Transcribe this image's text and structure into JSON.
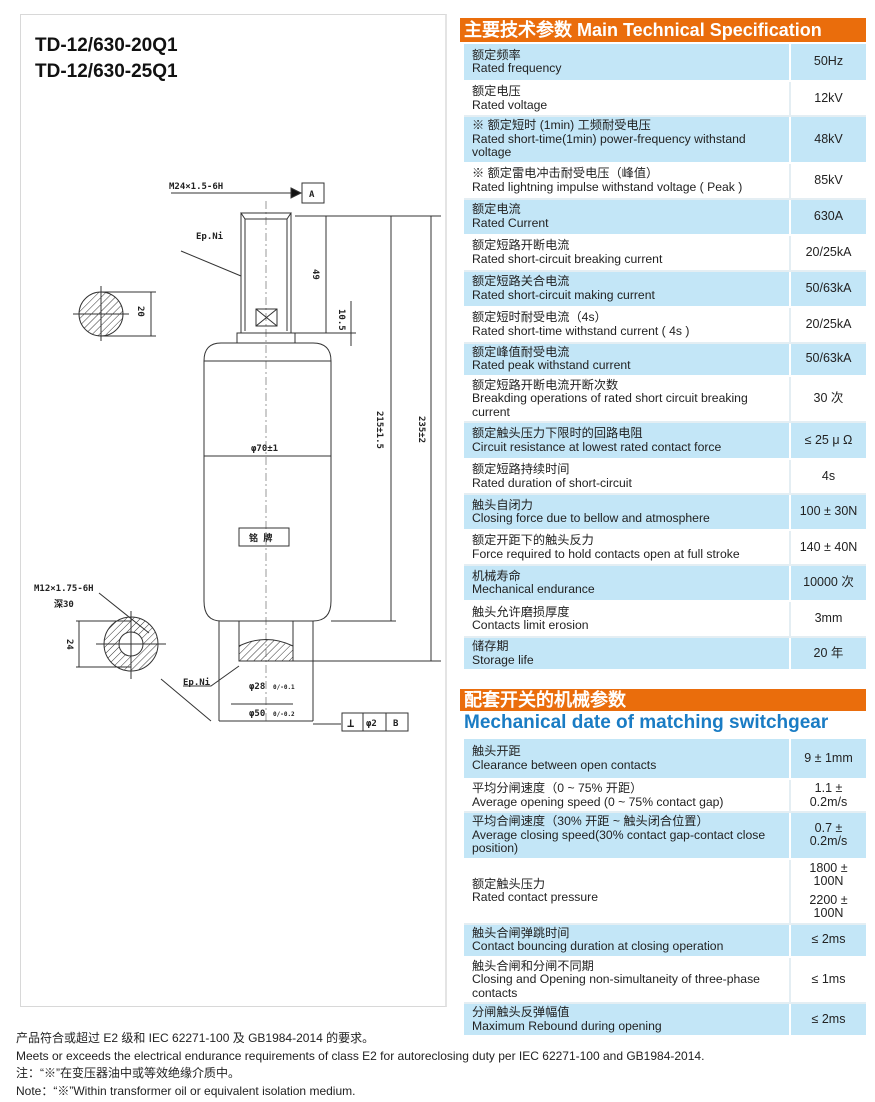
{
  "models": [
    "TD-12/630-20Q1",
    "TD-12/630-25Q1"
  ],
  "drawing": {
    "thread_top": "M24×1.5-6H",
    "datum_a": "A",
    "plating_top": "Ep.Ni",
    "dim_49": "49",
    "dim_10_5": "10.5",
    "dim_20": "20",
    "dim_215": "215±1.5",
    "dim_235": "235±2",
    "dia_70": "φ70±1",
    "nameplate": "铭 牌",
    "thread_bottom": "M12×1.75-6H",
    "depth": "深30",
    "dim_24": "24",
    "plating_bottom": "Ep.Ni",
    "dia_28": "φ28",
    "dia_28_tol": "0/-0.1",
    "dia_50": "φ50",
    "dia_50_tol": "0/-0.2",
    "perp_symbol": "⊥",
    "perp_tol": "φ2",
    "datum_b": "B"
  },
  "spec": {
    "title": "主要技术参数 Main Technical Specification",
    "rows": [
      {
        "cn": "额定频率",
        "en": "Rated frequency",
        "value": "50Hz"
      },
      {
        "cn": "额定电压",
        "en": "Rated voltage",
        "value": "12kV"
      },
      {
        "cn": "※ 额定短时 (1min) 工频耐受电压",
        "en": "Rated short-time(1min) power-frequency withstand voltage",
        "value": "48kV"
      },
      {
        "cn": "※ 额定雷电冲击耐受电压（峰值）",
        "en": "Rated lightning impulse withstand voltage ( Peak )",
        "value": "85kV"
      },
      {
        "cn": "额定电流",
        "en": "Rated Current",
        "value": "630A"
      },
      {
        "cn": "额定短路开断电流",
        "en": "Rated short-circuit breaking current",
        "value": "20/25kA"
      },
      {
        "cn": "额定短路关合电流",
        "en": "Rated short-circuit making current",
        "value": "50/63kA"
      },
      {
        "cn": "额定短时耐受电流（4s）",
        "en": "Rated short-time withstand current ( 4s )",
        "value": "20/25kA"
      },
      {
        "cn": "额定峰值耐受电流",
        "en": "Rated peak withstand current",
        "value": "50/63kA"
      },
      {
        "cn": "额定短路开断电流开断次数",
        "en": "Breakding operations of rated short circuit breaking current",
        "value": "30 次"
      },
      {
        "cn": "额定触头压力下限时的回路电阻",
        "en": "Circuit resistance at lowest rated contact force",
        "value": "≤ 25 μ Ω"
      },
      {
        "cn": "额定短路持续时间",
        "en": "Rated duration of short-circuit",
        "value": "4s"
      },
      {
        "cn": "触头自闭力",
        "en": "Closing force due to bellow and atmosphere",
        "value": "100 ± 30N"
      },
      {
        "cn": "额定开距下的触头反力",
        "en": "Force required to hold contacts open at full stroke",
        "value": "140 ± 40N"
      },
      {
        "cn": "机械寿命",
        "en": "Mechanical endurance",
        "value": "10000 次"
      },
      {
        "cn": "触头允许磨损厚度",
        "en": "Contacts limit erosion",
        "value": "3mm"
      },
      {
        "cn": "储存期",
        "en": "Storage life",
        "value": "20 年"
      }
    ]
  },
  "mech": {
    "title_cn": "配套开关的机械参数",
    "title_en": "Mechanical date of matching switchgear",
    "rows": [
      {
        "cn": "触头开距",
        "en": "Clearance between open contacts",
        "value": "9 ± 1mm"
      },
      {
        "cn": "平均分闸速度（0 ~ 75% 开距）",
        "en": "Average opening speed (0 ~ 75% contact gap)",
        "value": "1.1 ± 0.2m/s"
      },
      {
        "cn": "平均合闸速度（30% 开距 ~ 触头闭合位置）",
        "en": "Average closing speed(30% contact gap-contact close position)",
        "value": "0.7 ± 0.2m/s"
      },
      {
        "cn": "额定触头压力",
        "en": "Rated contact pressure",
        "value": "1800 ± 100N",
        "value2": "2200 ± 100N"
      },
      {
        "cn": "触头合闸弹跳时间",
        "en": "Contact bouncing duration at closing operation",
        "value": "≤ 2ms"
      },
      {
        "cn": "触头合闸和分闸不同期",
        "en": "Closing and Opening non-simultaneity of three-phase contacts",
        "value": "≤ 1ms"
      },
      {
        "cn": "分闸触头反弹幅值",
        "en": "Maximum Rebound during opening",
        "value": "≤ 2ms"
      }
    ]
  },
  "notes": [
    "产品符合或超过 E2 级和 IEC 62271-100 及 GB1984-2014 的要求。",
    "Meets or exceeds the electrical endurance requirements of class E2 for autoreclosing duty per IEC 62271-100 and GB1984-2014.",
    "注：“※”在变压器油中或等效绝缘介质中。",
    "Note：“※”Within transformer oil or equivalent isolation medium."
  ]
}
